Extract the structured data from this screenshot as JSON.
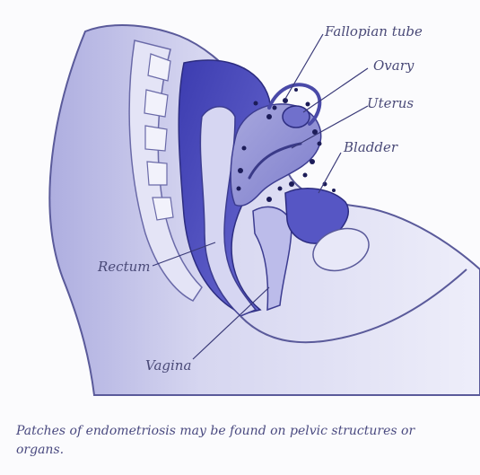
{
  "labels": {
    "fallopian_tube": "Fallopian tube",
    "ovary": "Ovary",
    "uterus": "Uterus",
    "bladder": "Bladder",
    "rectum": "Rectum",
    "vagina": "Vagina"
  },
  "caption": "Patches of endometriosis may be found on pelvic structures or organs.",
  "colors": {
    "ink": "#3a3a78",
    "deep": "#4a4ab8",
    "mid": "#8c8cd2",
    "light": "#c9c9ea",
    "pale": "#e6e6f6",
    "dots": "#1c1c58"
  }
}
